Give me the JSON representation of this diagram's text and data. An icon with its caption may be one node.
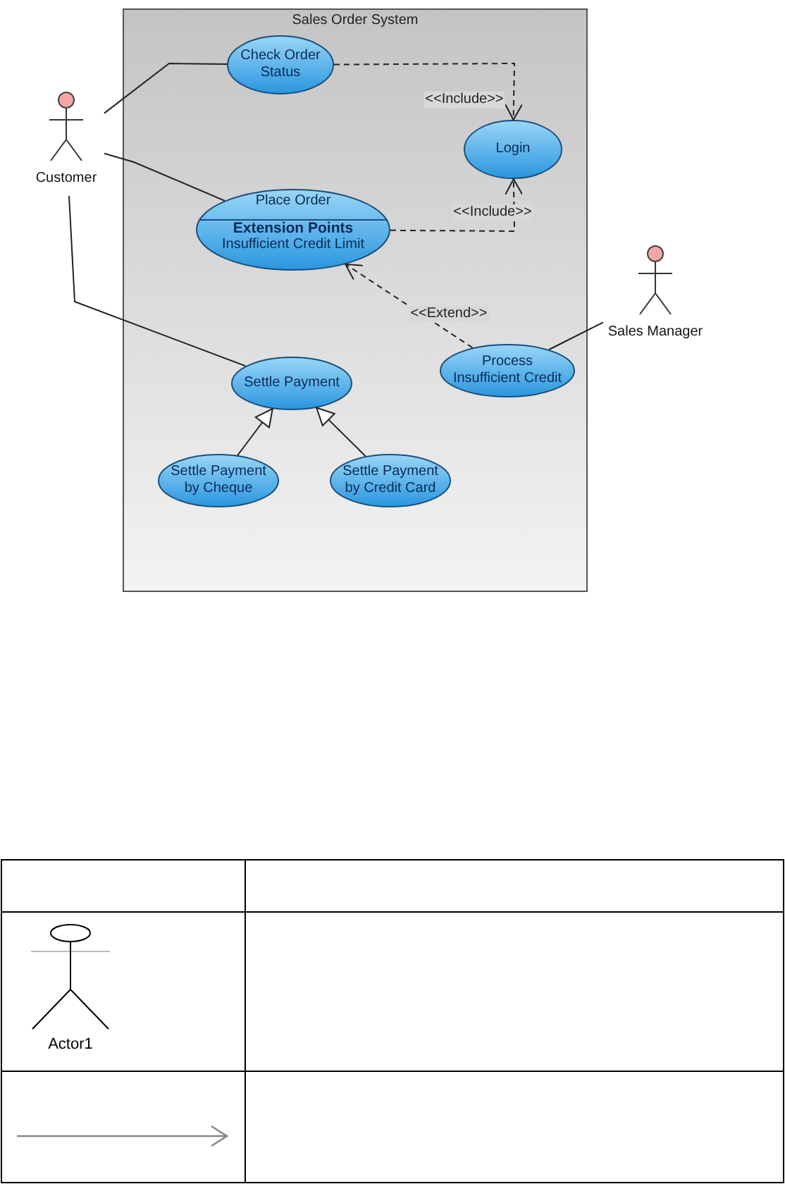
{
  "diagram": {
    "nodes": [
      {
        "text": [
          "Sales Order System"
        ]
      },
      {
        "text": [
          "Check Order Status"
        ],
        "in": 0
      },
      {
        "text": [
          "Login"
        ],
        "in": 0
      },
      {
        "text": [
          "Place Order",
          "Extension Points",
          "Insufficient Credit Limit"
        ],
        "in": 0
      },
      {
        "text": [
          "Settle Payment"
        ],
        "in": 0
      },
      {
        "text": [
          "Process Insufficient Credit"
        ],
        "in": 0
      },
      {
        "text": [
          "Settle Payment by Cheque"
        ],
        "in": 0
      },
      {
        "text": [
          "Settle Payment by Credit Card"
        ],
        "in": 0
      },
      {
        "text": [
          "Customer"
        ]
      },
      {
        "text": [
          "Sales Manager"
        ]
      }
    ],
    "edges": [
      {
        "from": 8,
        "to": 1,
        "arrow": "none"
      },
      {
        "from": 8,
        "to": 3,
        "arrow": "none"
      },
      {
        "from": 8,
        "to": 4,
        "arrow": "none"
      },
      {
        "from": 1,
        "to": 2,
        "arrow": "to",
        "label": "<<Include>>",
        "style": "dashed"
      },
      {
        "from": 3,
        "to": 2,
        "arrow": "to",
        "label": "<<Include>>",
        "style": "dashed"
      },
      {
        "from": 5,
        "to": 3,
        "arrow": "to",
        "label": "<<Extend>>",
        "style": "dashed"
      },
      {
        "from": 9,
        "to": 5,
        "arrow": "none"
      },
      {
        "from": 6,
        "to": 4,
        "arrow": "to"
      },
      {
        "from": 7,
        "to": 4,
        "arrow": "to"
      }
    ],
    "labels": [
      "Actor1"
    ]
  }
}
